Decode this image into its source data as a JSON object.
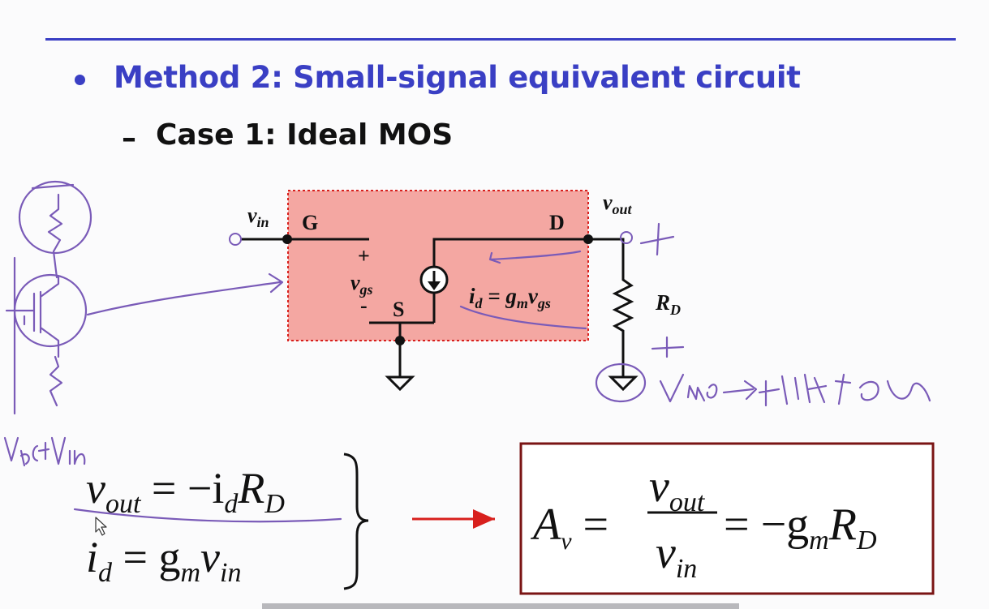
{
  "slide": {
    "title": "Method 2: Small-signal equivalent circuit",
    "subtitle_dash": "–",
    "subtitle": "Case 1: Ideal MOS"
  },
  "circuit": {
    "vin_label": "in",
    "vin_var": "v",
    "gate_label": "G",
    "drain_label": "D",
    "source_label": "S",
    "vout_var": "v",
    "vout_label": "out",
    "vgs_plus": "+",
    "vgs_minus": "-",
    "vgs_var": "v",
    "vgs_sub": "gs",
    "id_eq_i": "i",
    "id_eq_d": "d",
    "id_eq_mid": " = g",
    "id_eq_m": "m",
    "id_eq_v": "v",
    "id_eq_gs": "gs",
    "rd_var": "R",
    "rd_sub": "D"
  },
  "equations": {
    "eq1_v": "v",
    "eq1_out": "out",
    "eq1_rest": " = −i",
    "eq1_d": "d",
    "eq1_R": "R",
    "eq1_D": "D",
    "eq2_i": "i",
    "eq2_d": "d",
    "eq2_mid": " = g",
    "eq2_m": "m",
    "eq2_v": "v",
    "eq2_in": "in",
    "gain_A": "A",
    "gain_v_sub": "v",
    "gain_eq": "=",
    "gain_num_v": "v",
    "gain_num_out": "out",
    "gain_den_v": "v",
    "gain_den_in": "in",
    "gain_rhs": "= −g",
    "gain_m": "m",
    "gain_R": "R",
    "gain_D": "D"
  },
  "colors": {
    "accent": "#3a3fc4",
    "box_fill": "#f4a7a2",
    "box_border": "#d8201d",
    "arrow_red": "#d8201d",
    "gain_box_border": "#7a1414",
    "ink_purple": "#7a5bb8"
  }
}
